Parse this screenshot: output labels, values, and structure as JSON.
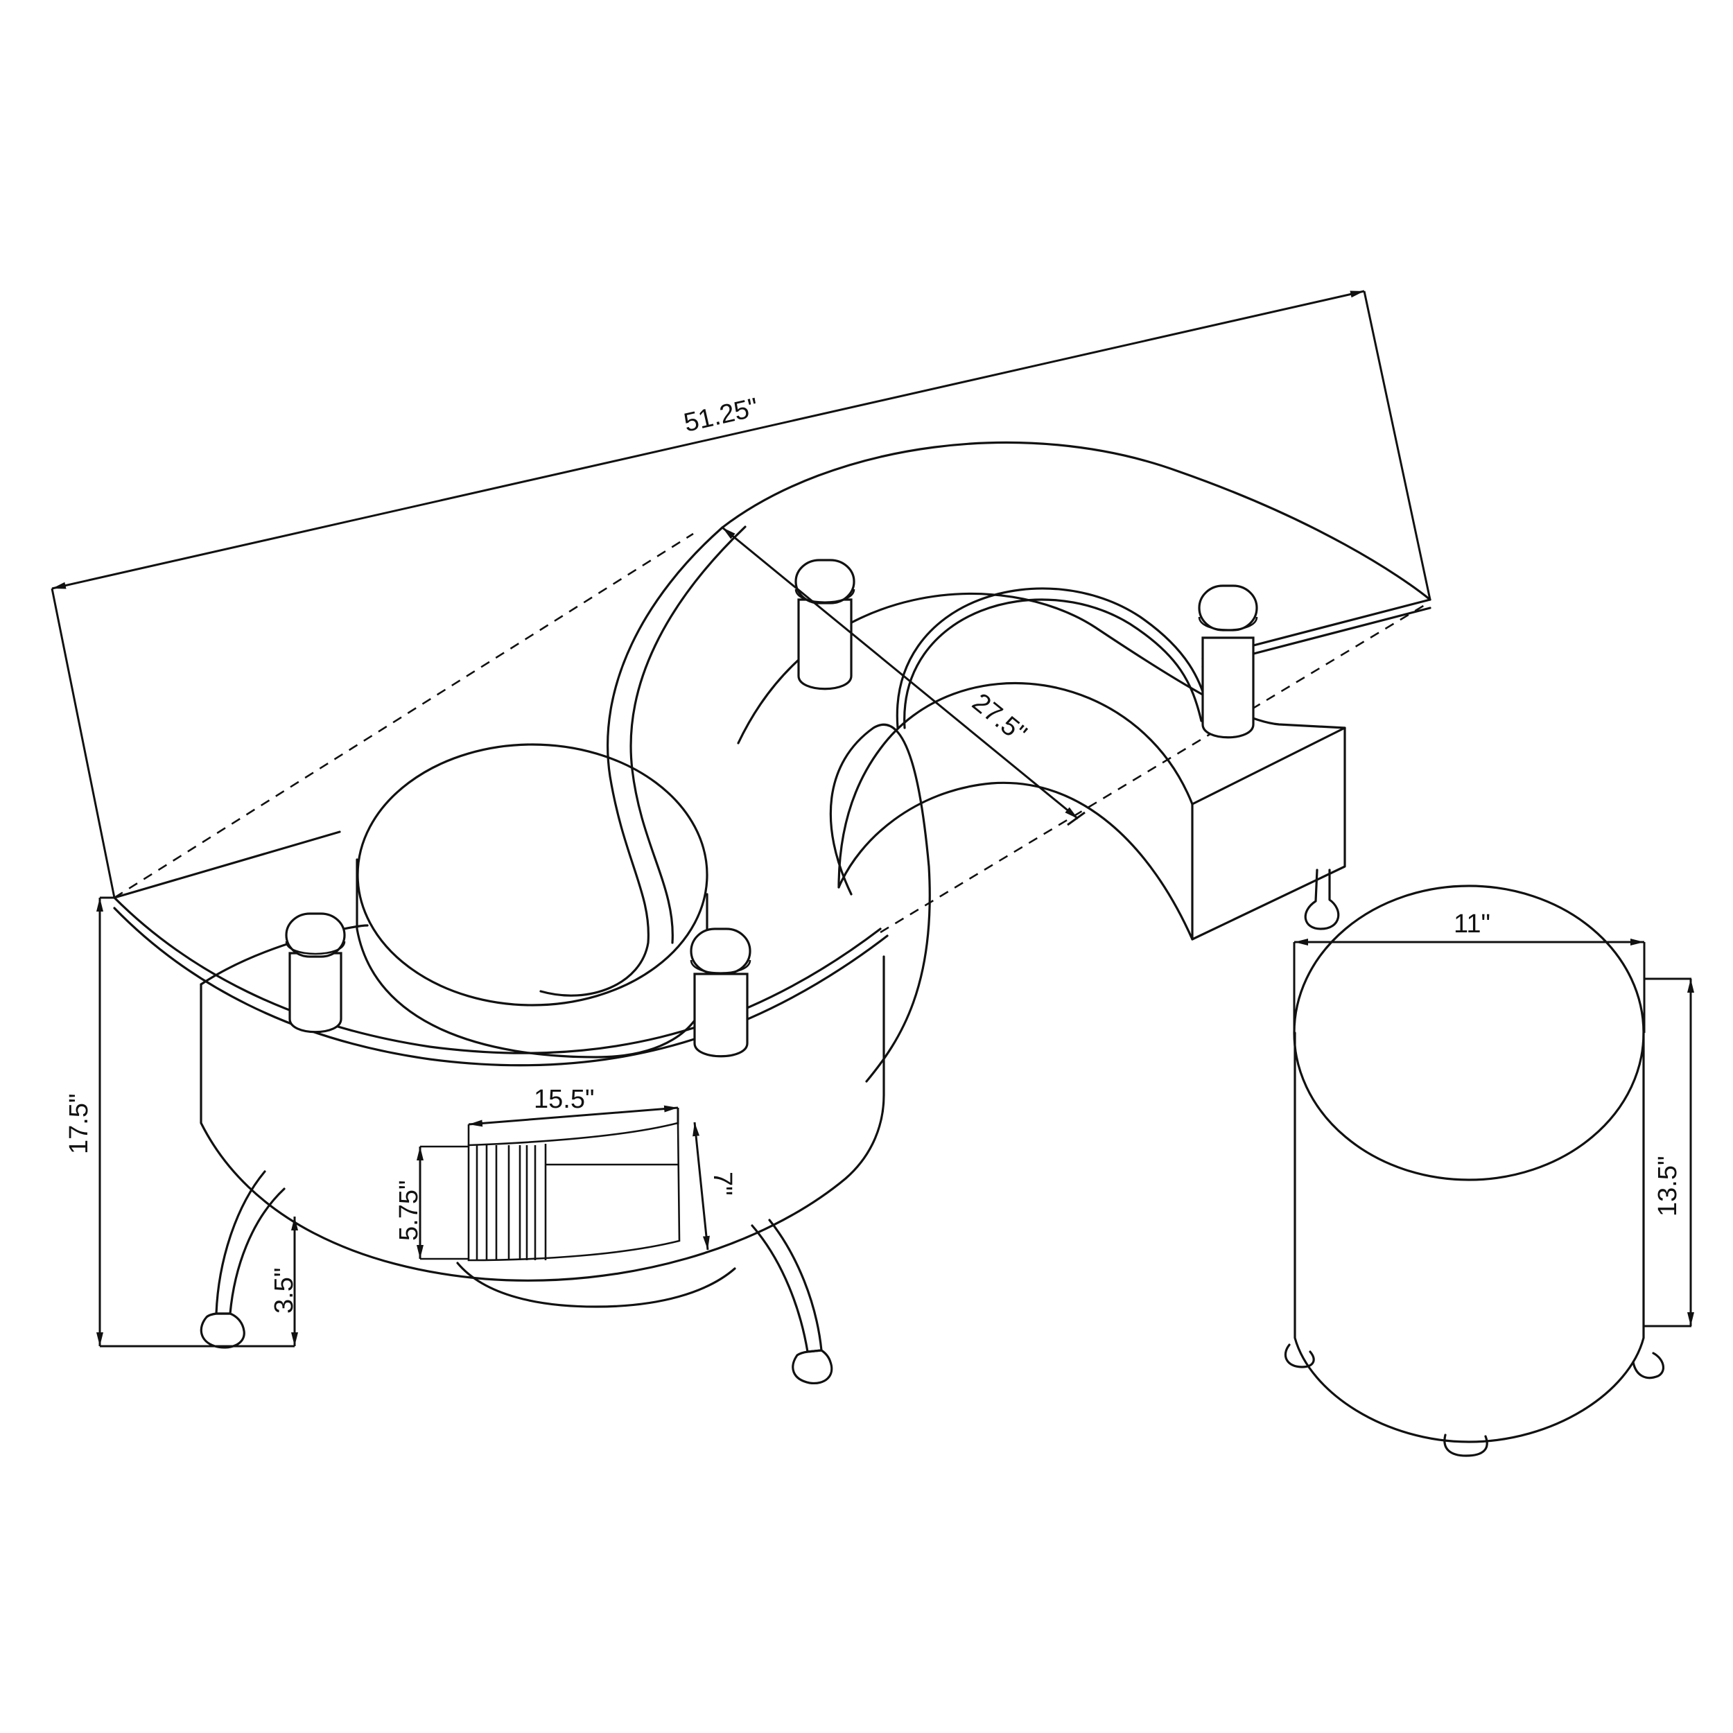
{
  "diagram": {
    "subject": "S-shaped coffee table with two nesting ottomans",
    "colors": {
      "line": "#111111",
      "background": "#ffffff"
    },
    "dimensions": {
      "overall_length": "51.25\"",
      "table_depth": "27.5\"",
      "table_height": "17.5\"",
      "leg_clearance": "3.5\"",
      "shelf_width": "15.5\"",
      "shelf_depth": "7\"",
      "shelf_height": "5.75\"",
      "ottoman_diameter": "11\"",
      "ottoman_height": "13.5\""
    }
  }
}
